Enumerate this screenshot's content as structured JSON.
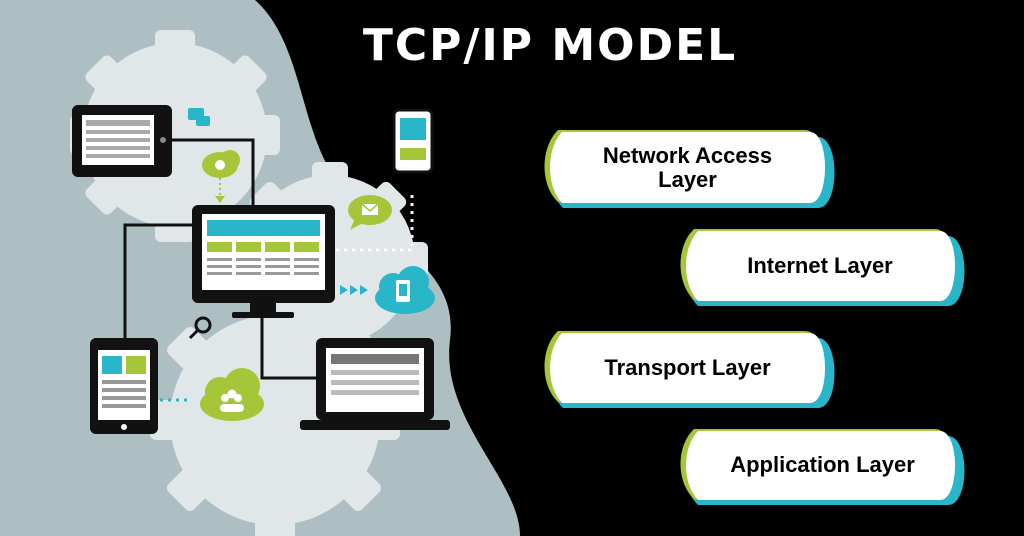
{
  "title": "TCP/IP MODEL",
  "layers": [
    {
      "label": "Network Access Layer"
    },
    {
      "label": "Internet Layer"
    },
    {
      "label": "Transport Layer"
    },
    {
      "label": "Application Layer"
    }
  ],
  "colors": {
    "background": "#000000",
    "panel": "#aebfc4",
    "gear": "#e1e6e8",
    "accent_teal": "#29b6c8",
    "accent_lime": "#a6c63a",
    "device_black": "#111111"
  }
}
